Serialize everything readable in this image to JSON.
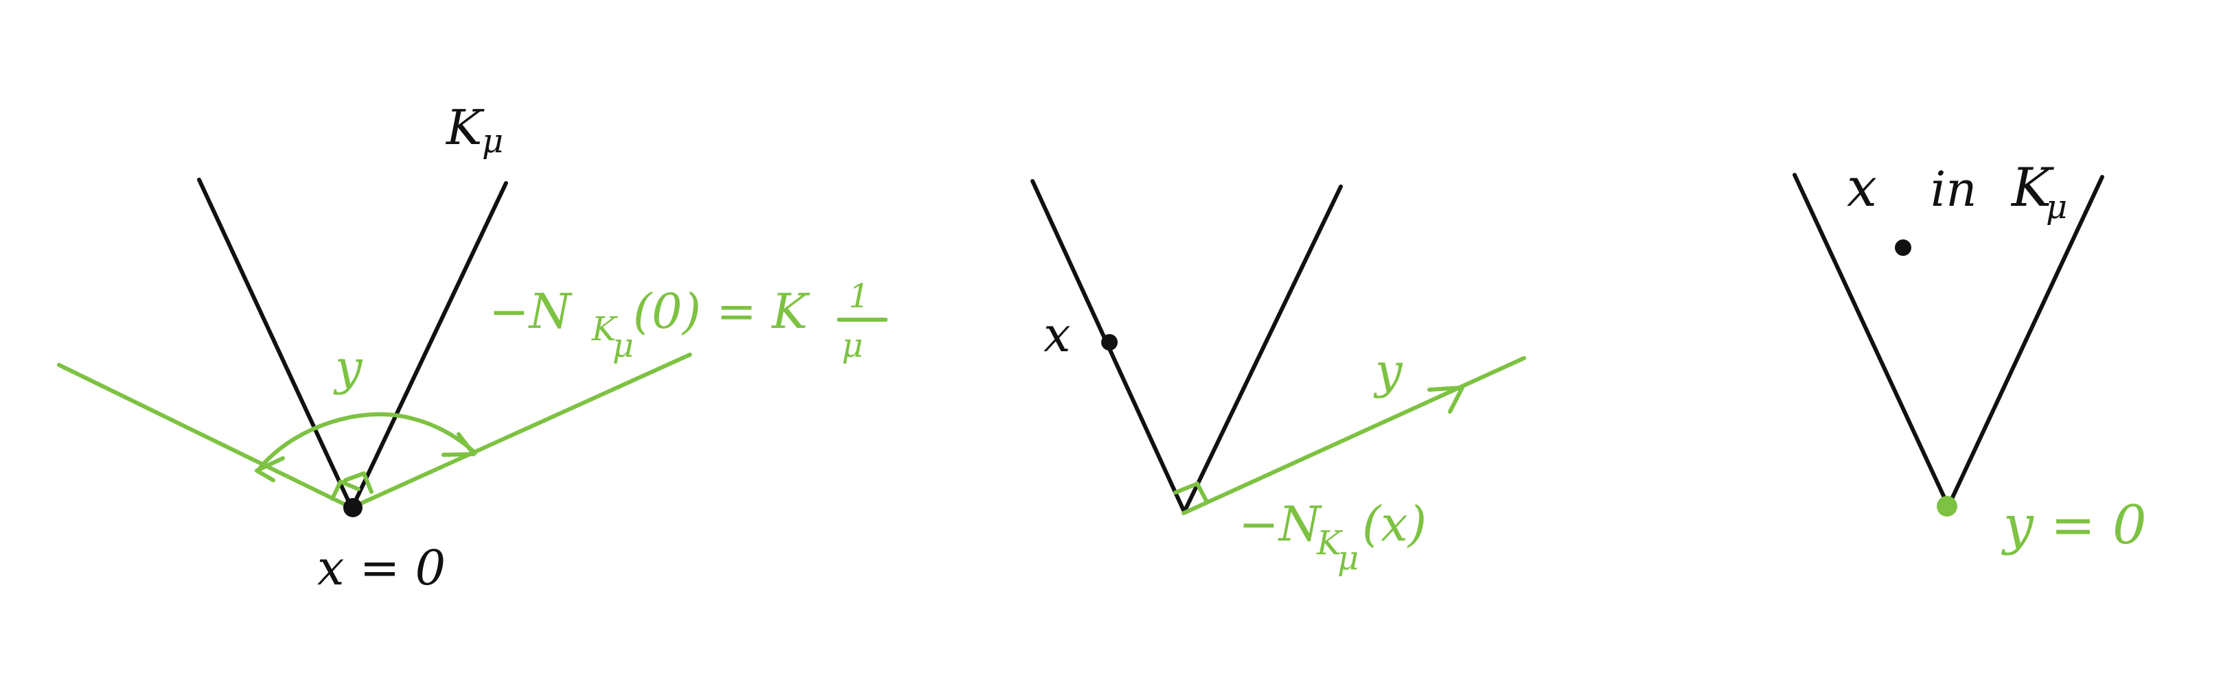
{
  "colors": {
    "ink": "#111111",
    "green": "#7dc242"
  },
  "panel1": {
    "cone_label": "K",
    "cone_label_sub": "μ",
    "normal_label": "−N",
    "normal_label_sub_k": "K",
    "normal_label_sub_mu": "μ",
    "normal_label_arg": "(0) = K",
    "normal_frac_num": "1",
    "normal_frac_den": "μ",
    "y_label": "y",
    "x_label": "x = 0"
  },
  "panel2": {
    "x_label": "x",
    "y_label": "y",
    "normal_label": "−N",
    "normal_label_sub_k": "K",
    "normal_label_sub_mu": "μ",
    "normal_label_arg": "(x)"
  },
  "panel3": {
    "x_label_x": "x",
    "x_label_in": "in",
    "x_label_k": "K",
    "x_label_sub": "μ",
    "y_label": "y = 0"
  }
}
